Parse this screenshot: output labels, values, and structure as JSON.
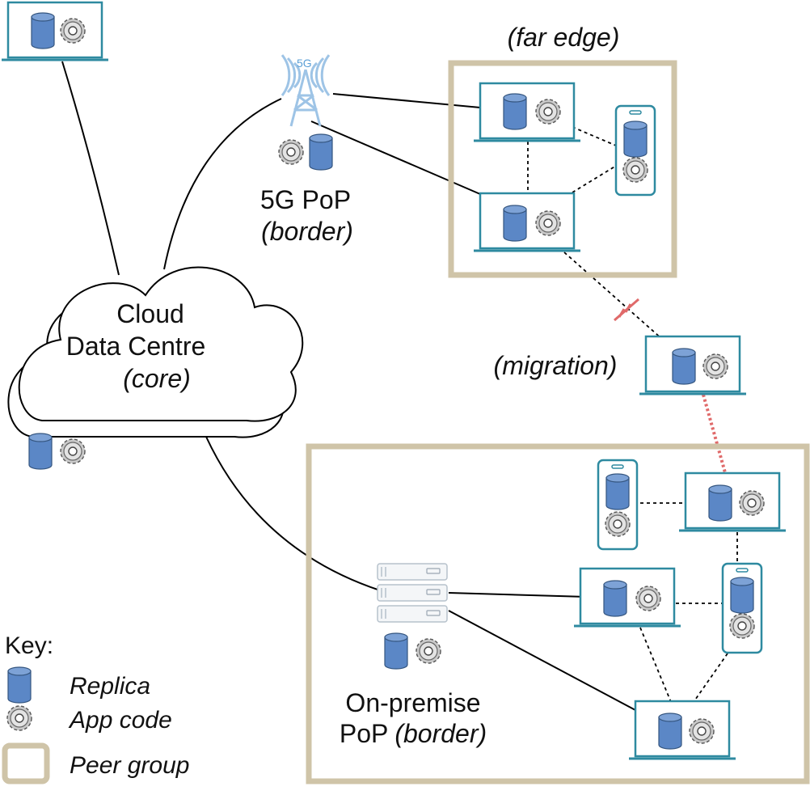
{
  "labels": {
    "far_edge": "(far edge)",
    "pop5g_line1": "5G PoP",
    "pop5g_line2": "(border)",
    "tower_badge": "5G",
    "cloud_line1": "Cloud",
    "cloud_line2": "Data Centre",
    "cloud_line3": "(core)",
    "migration": "(migration)",
    "onprem_line1": "On-premise",
    "onprem_line2a": "PoP",
    "onprem_line2b": "(border)"
  },
  "key": {
    "title": "Key:",
    "replica": "Replica",
    "app_code": "App code",
    "peer_group": "Peer group"
  },
  "colors": {
    "device_outline": "#2e8aa0",
    "replica_fill": "#5b87c6",
    "peer_group_border": "#cfc4a8",
    "migration_link": "#e06a6a",
    "tower": "#9ec4e6"
  },
  "icons": [
    "laptop-icon",
    "phone-icon",
    "server-rack-icon",
    "cell-tower-icon",
    "cloud-icon",
    "database-icon",
    "gear-icon"
  ]
}
